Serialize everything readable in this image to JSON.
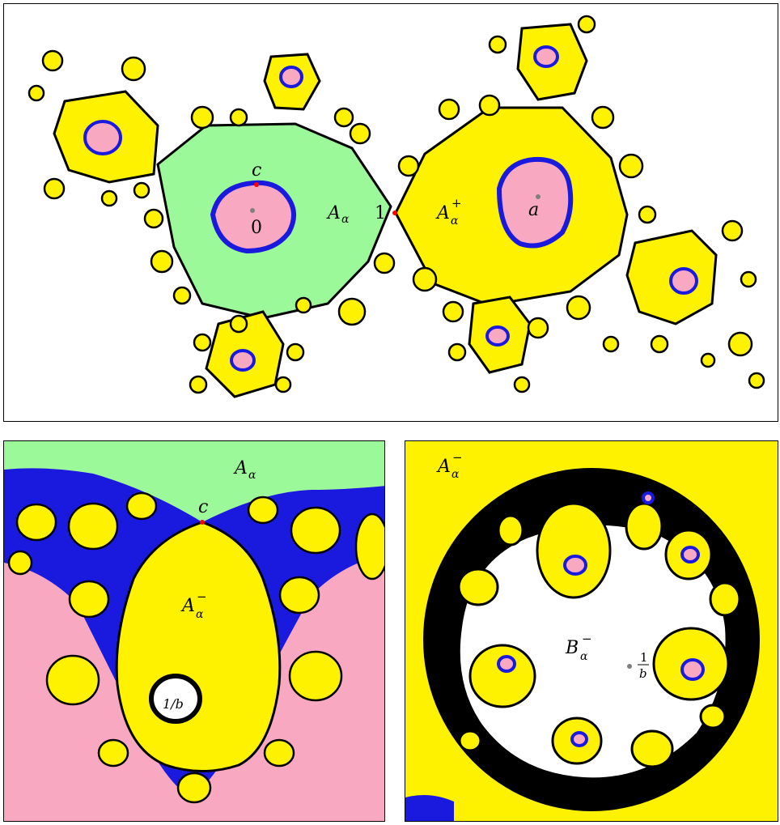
{
  "colors": {
    "green": "#9cf99a",
    "pink": "#f8a8c0",
    "yellow": "#fff200",
    "blue": "#1a1adf",
    "black": "#000000",
    "red_point": "#ff0000",
    "gray_point": "#7f7f7f"
  },
  "top_panel": {
    "label_c": "c",
    "label_0": "0",
    "label_A": "A",
    "label_A_sub": "α",
    "label_1": "1",
    "label_Aplus": "A",
    "label_Aplus_sub": "α",
    "label_Aplus_sup": "+",
    "label_a": "a"
  },
  "bottom_left_panel": {
    "label_A": "A",
    "label_A_sub": "α",
    "label_c": "c",
    "label_Aminus": "A",
    "label_Aminus_sub": "α",
    "label_Aminus_sup": "−",
    "label_1b": "1/b"
  },
  "bottom_right_panel": {
    "label_Aminus": "A",
    "label_Aminus_sub": "α",
    "label_Aminus_sup": "−",
    "label_B": "B",
    "label_B_sub": "α",
    "label_B_sup": "−",
    "label_frac_num": "1",
    "label_frac_den": "b"
  }
}
